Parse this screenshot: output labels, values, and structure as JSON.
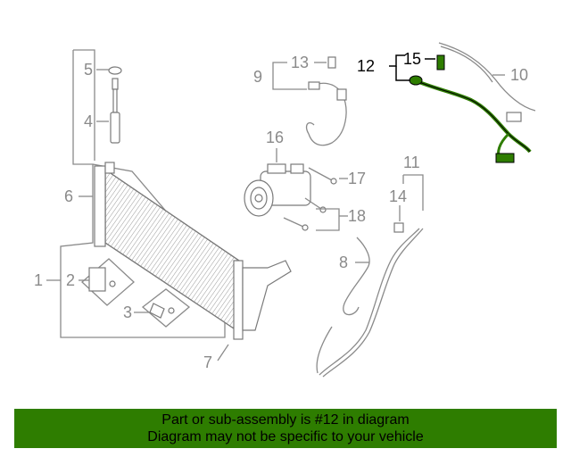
{
  "diagram": {
    "callouts": [
      "1",
      "2",
      "3",
      "4",
      "5",
      "6",
      "7",
      "8",
      "9",
      "10",
      "11",
      "12",
      "13",
      "14",
      "15",
      "16",
      "17",
      "18"
    ],
    "highlight_color": "#2e7d00",
    "part_color": "#7a7a7a"
  },
  "banner": {
    "line1": "Part or sub-assembly is #12 in diagram",
    "line2": "Diagram may not be specific to your vehicle",
    "background": "#2e7d00"
  }
}
